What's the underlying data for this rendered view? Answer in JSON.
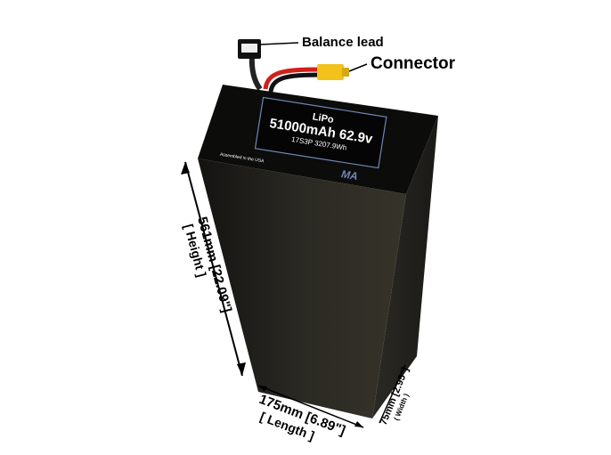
{
  "callouts": {
    "balance_lead": "Balance lead",
    "connector": "Connector"
  },
  "battery_label": {
    "chemistry": "LiPo",
    "capacity_voltage": "51000mAh 62.9v",
    "config_energy": "17S3P 3207.9Wh",
    "footer": "Assembled in the USA"
  },
  "dimensions": {
    "height": "561mm [22.09\"]",
    "height_caption": "[ Height ]",
    "length": "175mm [6.89\"]",
    "length_caption": "[ Length ]",
    "width": "75mm [2.95\"]",
    "width_caption": "( Width )"
  },
  "colors": {
    "battery_body": "#1f1e1a",
    "label_border": "#6f86b5",
    "connector": "#f2c21a",
    "wire_red": "#d0201a"
  }
}
